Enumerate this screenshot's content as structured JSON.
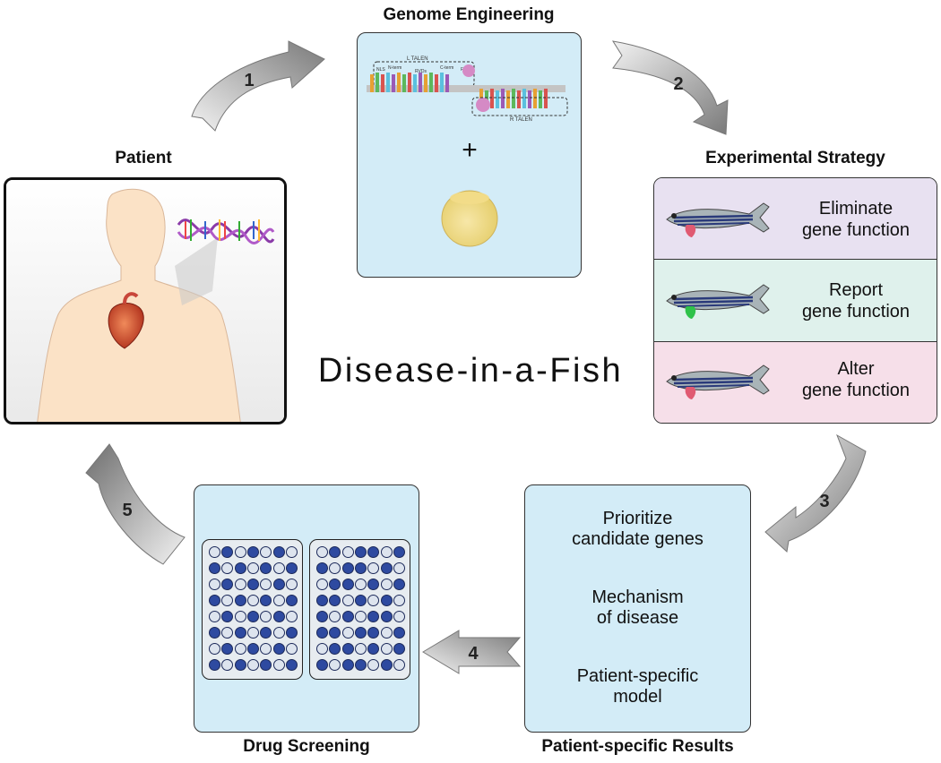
{
  "title": "Disease-in-a-Fish",
  "patient": {
    "heading": "Patient"
  },
  "genome_engineering": {
    "heading": "Genome Engineering",
    "l_talen": "L TALEN",
    "r_talen": "R TALEN",
    "nls": "NLS",
    "n_term": "N-term",
    "rvds": "RVDs",
    "c_term": "C-term",
    "fok1": "FokI",
    "plus": "+"
  },
  "experimental_strategy": {
    "heading": "Experimental Strategy",
    "rows": [
      {
        "line1": "Eliminate",
        "line2": "gene function",
        "color": "#e8e1f1",
        "heart_color": "#e05a72"
      },
      {
        "line1": "Report",
        "line2": "gene function",
        "color": "#dff1ec",
        "heart_color": "#2fc24a"
      },
      {
        "line1": "Alter",
        "line2": "gene function",
        "color": "#f6dfe9",
        "heart_color": "#e05a72"
      }
    ]
  },
  "patient_results": {
    "heading": "Patient-specific Results",
    "items": [
      {
        "line1": "Prioritize",
        "line2": "candidate genes"
      },
      {
        "line1": "Mechanism",
        "line2": "of disease"
      },
      {
        "line1": "Patient-specific",
        "line2": "model"
      }
    ]
  },
  "drug_screening": {
    "heading": "Drug Screening",
    "plate_left": [
      [
        0,
        1,
        0,
        1,
        0,
        1,
        0
      ],
      [
        1,
        0,
        1,
        0,
        1,
        0,
        1
      ],
      [
        0,
        1,
        0,
        1,
        0,
        1,
        0
      ],
      [
        1,
        0,
        1,
        0,
        1,
        0,
        1
      ],
      [
        0,
        1,
        0,
        1,
        0,
        1,
        0
      ],
      [
        1,
        0,
        1,
        0,
        1,
        0,
        1
      ],
      [
        0,
        1,
        0,
        1,
        0,
        1,
        0
      ],
      [
        1,
        0,
        1,
        0,
        1,
        0,
        1
      ]
    ],
    "plate_right": [
      [
        0,
        1,
        0,
        1,
        1,
        0,
        1
      ],
      [
        1,
        0,
        1,
        1,
        0,
        1,
        0
      ],
      [
        0,
        1,
        1,
        0,
        1,
        0,
        1
      ],
      [
        1,
        1,
        0,
        1,
        0,
        1,
        0
      ],
      [
        1,
        0,
        1,
        0,
        1,
        1,
        0
      ],
      [
        1,
        1,
        0,
        1,
        1,
        0,
        1
      ],
      [
        0,
        1,
        1,
        0,
        1,
        0,
        1
      ],
      [
        1,
        0,
        1,
        1,
        0,
        1,
        0
      ]
    ]
  },
  "steps": [
    "1",
    "2",
    "3",
    "4",
    "5"
  ],
  "colors": {
    "panel": "#d3ecf7",
    "well_on": "#2e4aa0",
    "well_off": "#dde4ee",
    "skin": "#fbe2c6"
  }
}
